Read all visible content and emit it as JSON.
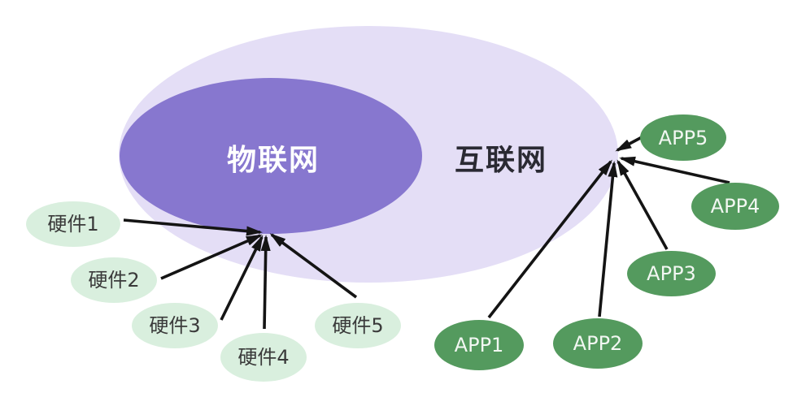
{
  "colors": {
    "internet_fill": "#e4def6",
    "iot_fill": "#8777cf",
    "hardware_fill": "#d9efde",
    "hardware_text": "#3a3a3a",
    "app_fill": "#549a5e",
    "app_text": "#f2f7f2",
    "internet_label_color": "#2a2a33",
    "iot_label_color": "#ffffff",
    "arrow_color": "#141414"
  },
  "regions": {
    "internet": {
      "label": "互联网"
    },
    "iot": {
      "label": "物联网"
    }
  },
  "hardware_nodes": [
    {
      "label": "硬件1"
    },
    {
      "label": "硬件2"
    },
    {
      "label": "硬件3"
    },
    {
      "label": "硬件4"
    },
    {
      "label": "硬件5"
    }
  ],
  "app_nodes": [
    {
      "label": "APP1"
    },
    {
      "label": "APP2"
    },
    {
      "label": "APP3"
    },
    {
      "label": "APP4"
    },
    {
      "label": "APP5"
    }
  ]
}
